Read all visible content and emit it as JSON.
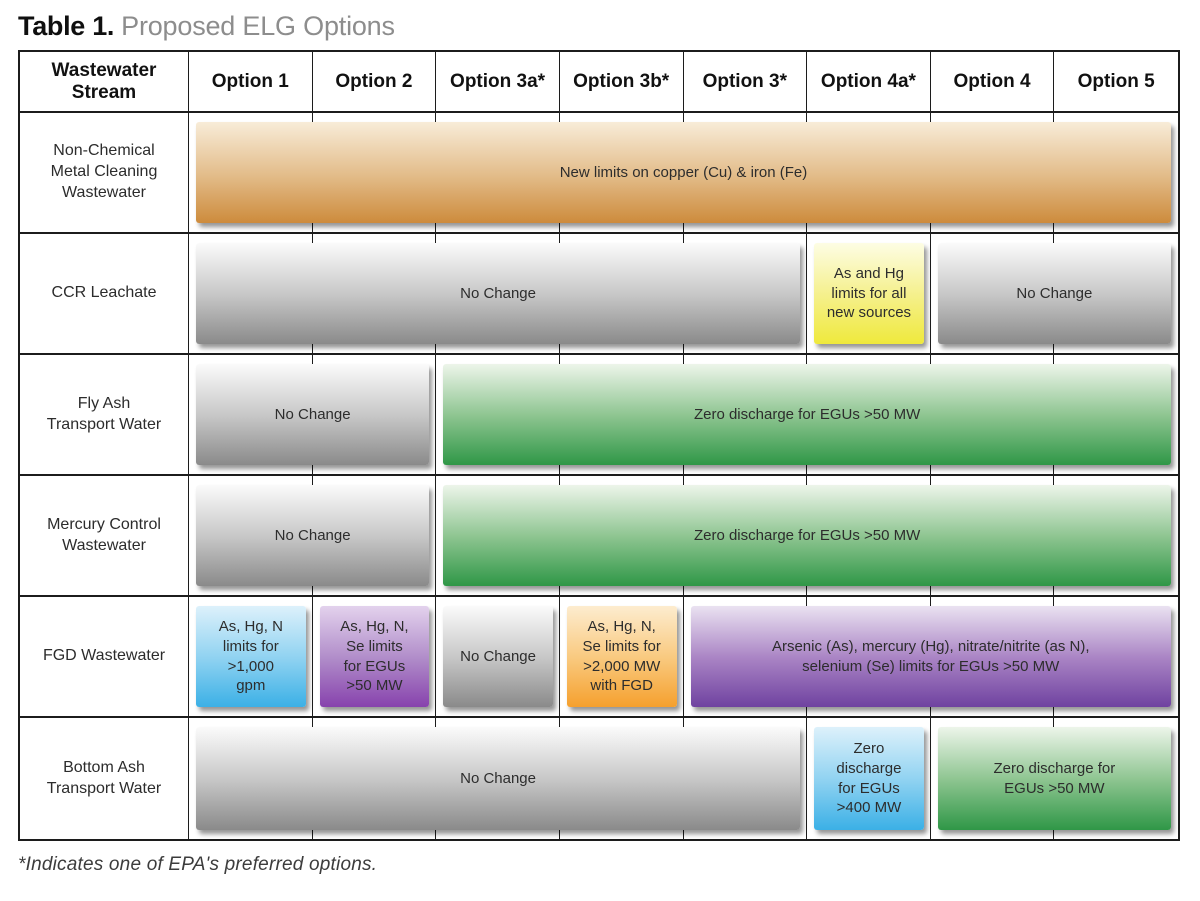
{
  "title": {
    "label": "Table 1.",
    "subtitle": "Proposed ELG Options"
  },
  "footnote": "*Indicates one of EPA's preferred options.",
  "colors": {
    "tan": {
      "top": "#f8ecd8",
      "mid": "#e3bd8b",
      "bottom": "#cd8b3c"
    },
    "gray": {
      "top": "#fbfbfb",
      "mid": "#c6c6c6",
      "bottom": "#8a8a8a"
    },
    "green": {
      "top": "#edf5ea",
      "mid": "#8cc48f",
      "bottom": "#2f9747"
    },
    "yellow": {
      "top": "#fdfde4",
      "mid": "#f5f08b",
      "bottom": "#efe93c"
    },
    "blue": {
      "top": "#ddf1fb",
      "mid": "#8fd2f1",
      "bottom": "#3bb0e6"
    },
    "purple": {
      "top": "#e3d2ed",
      "mid": "#b08cc9",
      "bottom": "#8742ad"
    },
    "orange": {
      "top": "#fdeccf",
      "mid": "#f9c97e",
      "bottom": "#f5a02e"
    },
    "purple_wide": {
      "top": "#eae2f1",
      "mid": "#a983c4",
      "bottom": "#6f42a0"
    },
    "grid_line": "#1c1c1c",
    "bar_text": "#2d2d2d",
    "subtitle_gray": "#8d8d8d"
  },
  "table": {
    "header": [
      "Wastewater Stream",
      "Option 1",
      "Option 2",
      "Option 3a*",
      "Option 3b*",
      "Option 3*",
      "Option 4a*",
      "Option 4",
      "Option 5"
    ],
    "rows": [
      {
        "stream": "Non-Chemical\nMetal Cleaning\nWastewater",
        "bars": [
          {
            "text": "New limits on copper (Cu) & iron (Fe)",
            "start": 1,
            "end": 8,
            "palette": "tan"
          }
        ]
      },
      {
        "stream": "CCR Leachate",
        "bars": [
          {
            "text": "No Change",
            "start": 1,
            "end": 5,
            "palette": "gray"
          },
          {
            "text": "As and Hg\nlimits for all\nnew sources",
            "start": 6,
            "end": 6,
            "palette": "yellow"
          },
          {
            "text": "No Change",
            "start": 7,
            "end": 8,
            "palette": "gray"
          }
        ]
      },
      {
        "stream": "Fly Ash\nTransport Water",
        "bars": [
          {
            "text": "No Change",
            "start": 1,
            "end": 2,
            "palette": "gray"
          },
          {
            "text": "Zero discharge for EGUs >50 MW",
            "start": 3,
            "end": 8,
            "palette": "green"
          }
        ]
      },
      {
        "stream": "Mercury Control\nWastewater",
        "bars": [
          {
            "text": "No Change",
            "start": 1,
            "end": 2,
            "palette": "gray"
          },
          {
            "text": "Zero discharge for EGUs >50 MW",
            "start": 3,
            "end": 8,
            "palette": "green"
          }
        ]
      },
      {
        "stream": "FGD Wastewater",
        "bars": [
          {
            "text": "As, Hg, N\nlimits for\n>1,000\ngpm",
            "start": 1,
            "end": 1,
            "palette": "blue"
          },
          {
            "text": "As, Hg, N,\nSe limits\nfor EGUs\n>50 MW",
            "start": 2,
            "end": 2,
            "palette": "purple"
          },
          {
            "text": "No Change",
            "start": 3,
            "end": 3,
            "palette": "gray"
          },
          {
            "text": "As, Hg, N,\nSe limits for\n>2,000 MW\nwith FGD",
            "start": 4,
            "end": 4,
            "palette": "orange"
          },
          {
            "text": "Arsenic (As), mercury (Hg), nitrate/nitrite (as N),\nselenium (Se) limits for EGUs >50 MW",
            "start": 5,
            "end": 8,
            "palette": "purple_wide"
          }
        ]
      },
      {
        "stream": "Bottom Ash\nTransport Water",
        "bars": [
          {
            "text": "No Change",
            "start": 1,
            "end": 5,
            "palette": "gray"
          },
          {
            "text": "Zero discharge\nfor EGUs\n>400 MW",
            "start": 6,
            "end": 6,
            "palette": "blue"
          },
          {
            "text": "Zero discharge for\nEGUs >50 MW",
            "start": 7,
            "end": 8,
            "palette": "green"
          }
        ]
      }
    ]
  }
}
